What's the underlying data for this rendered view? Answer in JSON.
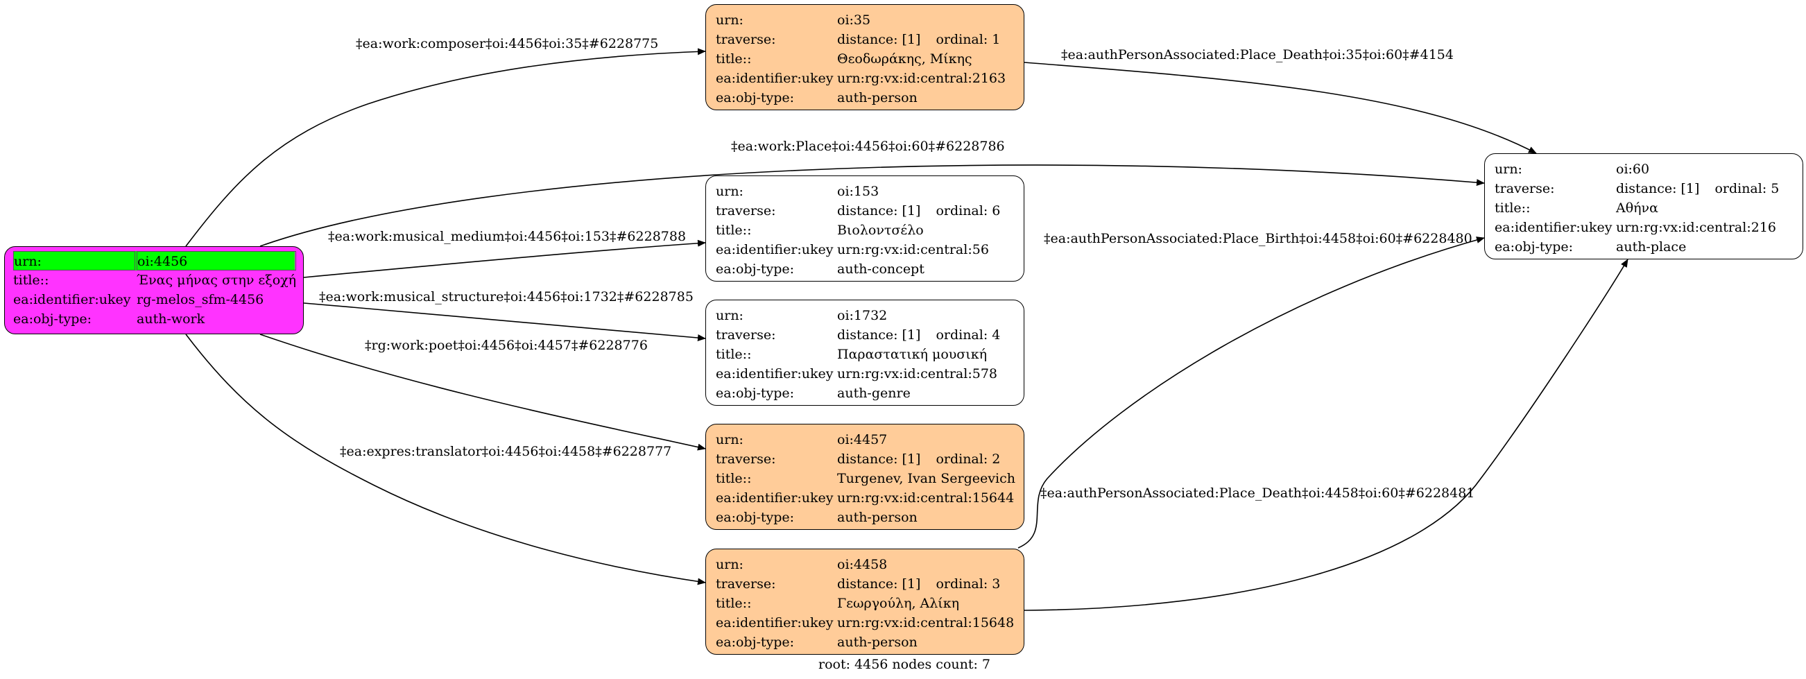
{
  "colors": {
    "root_fill": "#ff33ff",
    "highlight": "#00ff00",
    "person_fill": "#ffcc99",
    "default_fill": "#ffffff",
    "edge": "#000000"
  },
  "nodes": {
    "oi4456": {
      "fill": "#ff33ff",
      "rows": [
        {
          "k": "urn:",
          "v": "oi:4456"
        },
        {
          "k": "title::",
          "v": "Ένας μήνας στην εξοχή"
        },
        {
          "k": "ea:identifier:ukey",
          "v": "rg-melos_sfm-4456"
        },
        {
          "k": "ea:obj-type:",
          "v": "auth-work"
        }
      ]
    },
    "oi35": {
      "fill": "#ffcc99",
      "rows": [
        {
          "k": "urn:",
          "v": "oi:35"
        },
        {
          "k": "traverse:",
          "v": "distance: [1]",
          "v2": "ordinal: 1"
        },
        {
          "k": "title::",
          "v": "Θεοδωράκης, Μίκης"
        },
        {
          "k": "ea:identifier:ukey",
          "v": "urn:rg:vx:id:central:2163"
        },
        {
          "k": "ea:obj-type:",
          "v": "auth-person"
        }
      ]
    },
    "oi153": {
      "fill": "#ffffff",
      "rows": [
        {
          "k": "urn:",
          "v": "oi:153"
        },
        {
          "k": "traverse:",
          "v": "distance: [1]",
          "v2": "ordinal: 6"
        },
        {
          "k": "title::",
          "v": "Βιολοντσέλο"
        },
        {
          "k": "ea:identifier:ukey",
          "v": "urn:rg:vx:id:central:56"
        },
        {
          "k": "ea:obj-type:",
          "v": "auth-concept"
        }
      ]
    },
    "oi1732": {
      "fill": "#ffffff",
      "rows": [
        {
          "k": "urn:",
          "v": "oi:1732"
        },
        {
          "k": "traverse:",
          "v": "distance: [1]",
          "v2": "ordinal: 4"
        },
        {
          "k": "title::",
          "v": "Παραστατική μουσική"
        },
        {
          "k": "ea:identifier:ukey",
          "v": "urn:rg:vx:id:central:578"
        },
        {
          "k": "ea:obj-type:",
          "v": "auth-genre"
        }
      ]
    },
    "oi4457": {
      "fill": "#ffcc99",
      "rows": [
        {
          "k": "urn:",
          "v": "oi:4457"
        },
        {
          "k": "traverse:",
          "v": "distance: [1]",
          "v2": "ordinal: 2"
        },
        {
          "k": "title::",
          "v": "Turgenev, Ivan Sergeevich"
        },
        {
          "k": "ea:identifier:ukey",
          "v": "urn:rg:vx:id:central:15644"
        },
        {
          "k": "ea:obj-type:",
          "v": "auth-person"
        }
      ]
    },
    "oi4458": {
      "fill": "#ffcc99",
      "rows": [
        {
          "k": "urn:",
          "v": "oi:4458"
        },
        {
          "k": "traverse:",
          "v": "distance: [1]",
          "v2": "ordinal: 3"
        },
        {
          "k": "title::",
          "v": "Γεωργούλη, Αλίκη"
        },
        {
          "k": "ea:identifier:ukey",
          "v": "urn:rg:vx:id:central:15648"
        },
        {
          "k": "ea:obj-type:",
          "v": "auth-person"
        }
      ]
    },
    "oi60": {
      "fill": "#ffffff",
      "rows": [
        {
          "k": "urn:",
          "v": "oi:60"
        },
        {
          "k": "traverse:",
          "v": "distance: [1]",
          "v2": "ordinal: 5"
        },
        {
          "k": "title::",
          "v": "Αθήνα"
        },
        {
          "k": "ea:identifier:ukey",
          "v": "urn:rg:vx:id:central:216"
        },
        {
          "k": "ea:obj-type:",
          "v": "auth-place"
        }
      ]
    }
  },
  "edges": {
    "composer": "‡ea:work:composer‡oi:4456‡oi:35‡#6228775",
    "place": "‡ea:work:Place‡oi:4456‡oi:60‡#6228786",
    "medium": "‡ea:work:musical_medium‡oi:4456‡oi:153‡#6228788",
    "structure": "‡ea:work:musical_structure‡oi:4456‡oi:1732‡#6228785",
    "poet": "‡rg:work:poet‡oi:4456‡oi:4457‡#6228776",
    "translator": "‡ea:expres:translator‡oi:4456‡oi:4458‡#6228777",
    "death35": "‡ea:authPersonAssociated:Place_Death‡oi:35‡oi:60‡#4154",
    "birth4458": "‡ea:authPersonAssociated:Place_Birth‡oi:4458‡oi:60‡#6228480",
    "death4458": "‡ea:authPersonAssociated:Place_Death‡oi:4458‡oi:60‡#6228481"
  },
  "footer": "root: 4456 nodes count: 7"
}
